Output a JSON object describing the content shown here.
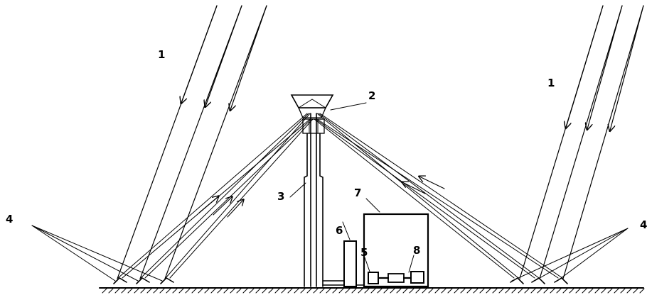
{
  "labels": {
    "sun_rays_left": "1",
    "sun_rays_right": "1",
    "receiver": "2",
    "tower": "3",
    "heliostats_left": "4",
    "heliostats_right": "4",
    "component_5": "5",
    "component_6": "6",
    "building": "7",
    "component_8": "8"
  },
  "colors": {
    "ink": "#000000",
    "background": "#ffffff"
  }
}
